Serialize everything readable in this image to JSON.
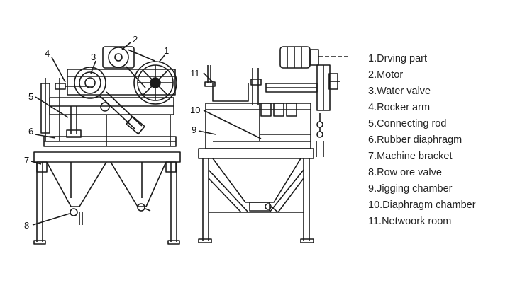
{
  "callouts": [
    "1",
    "2",
    "3",
    "4",
    "5",
    "6",
    "7",
    "8",
    "11",
    "10",
    "9"
  ],
  "legend": [
    "1.Drving part",
    "2.Motor",
    "3.Water valve",
    "4.Rocker arm",
    "5.Connecting rod",
    "6.Rubber diaphragm",
    "7.Machine bracket",
    "8.Row ore valve",
    "9.Jigging chamber",
    "10.Diaphragm chamber",
    "11.Netwoork room"
  ],
  "colors": {
    "line": "#1a1a1a",
    "text": "#222222",
    "background": "#ffffff"
  }
}
